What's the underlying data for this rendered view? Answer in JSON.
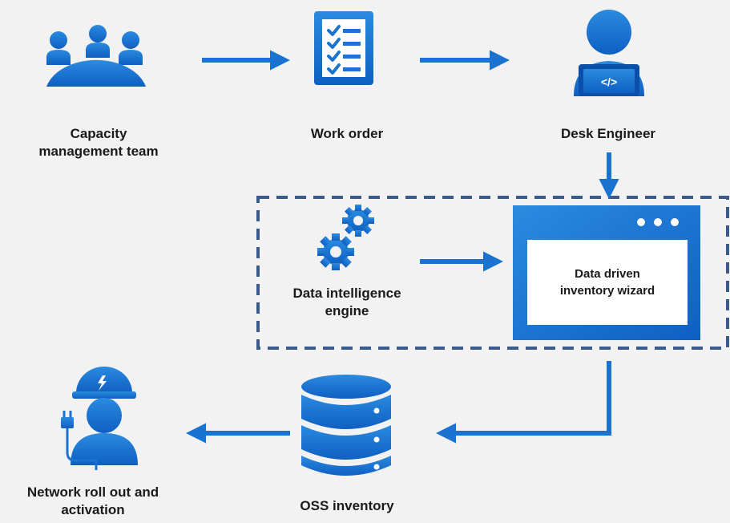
{
  "colors": {
    "accent": "#1a73d1",
    "dark_accent": "#0b4fa8",
    "dashed_border": "#3a5a8c",
    "background": "#f2f2f2"
  },
  "nodes": {
    "capacity": {
      "line1": "Capacity",
      "line2": "management team",
      "icon": "team-icon"
    },
    "work_order": {
      "line1": "Work order",
      "icon": "checklist-icon"
    },
    "desk_engineer": {
      "line1": "Desk Engineer",
      "icon": "engineer-laptop-icon"
    },
    "data_engine": {
      "line1": "Data intelligence",
      "line2": "engine",
      "icon": "gears-icon"
    },
    "wizard": {
      "line1": "Data driven",
      "line2": "inventory wizard",
      "icon": "browser-window-icon"
    },
    "oss": {
      "line1": "OSS inventory",
      "icon": "database-icon"
    },
    "network": {
      "line1": "Network roll out and",
      "line2": "activation",
      "icon": "field-technician-icon"
    }
  }
}
